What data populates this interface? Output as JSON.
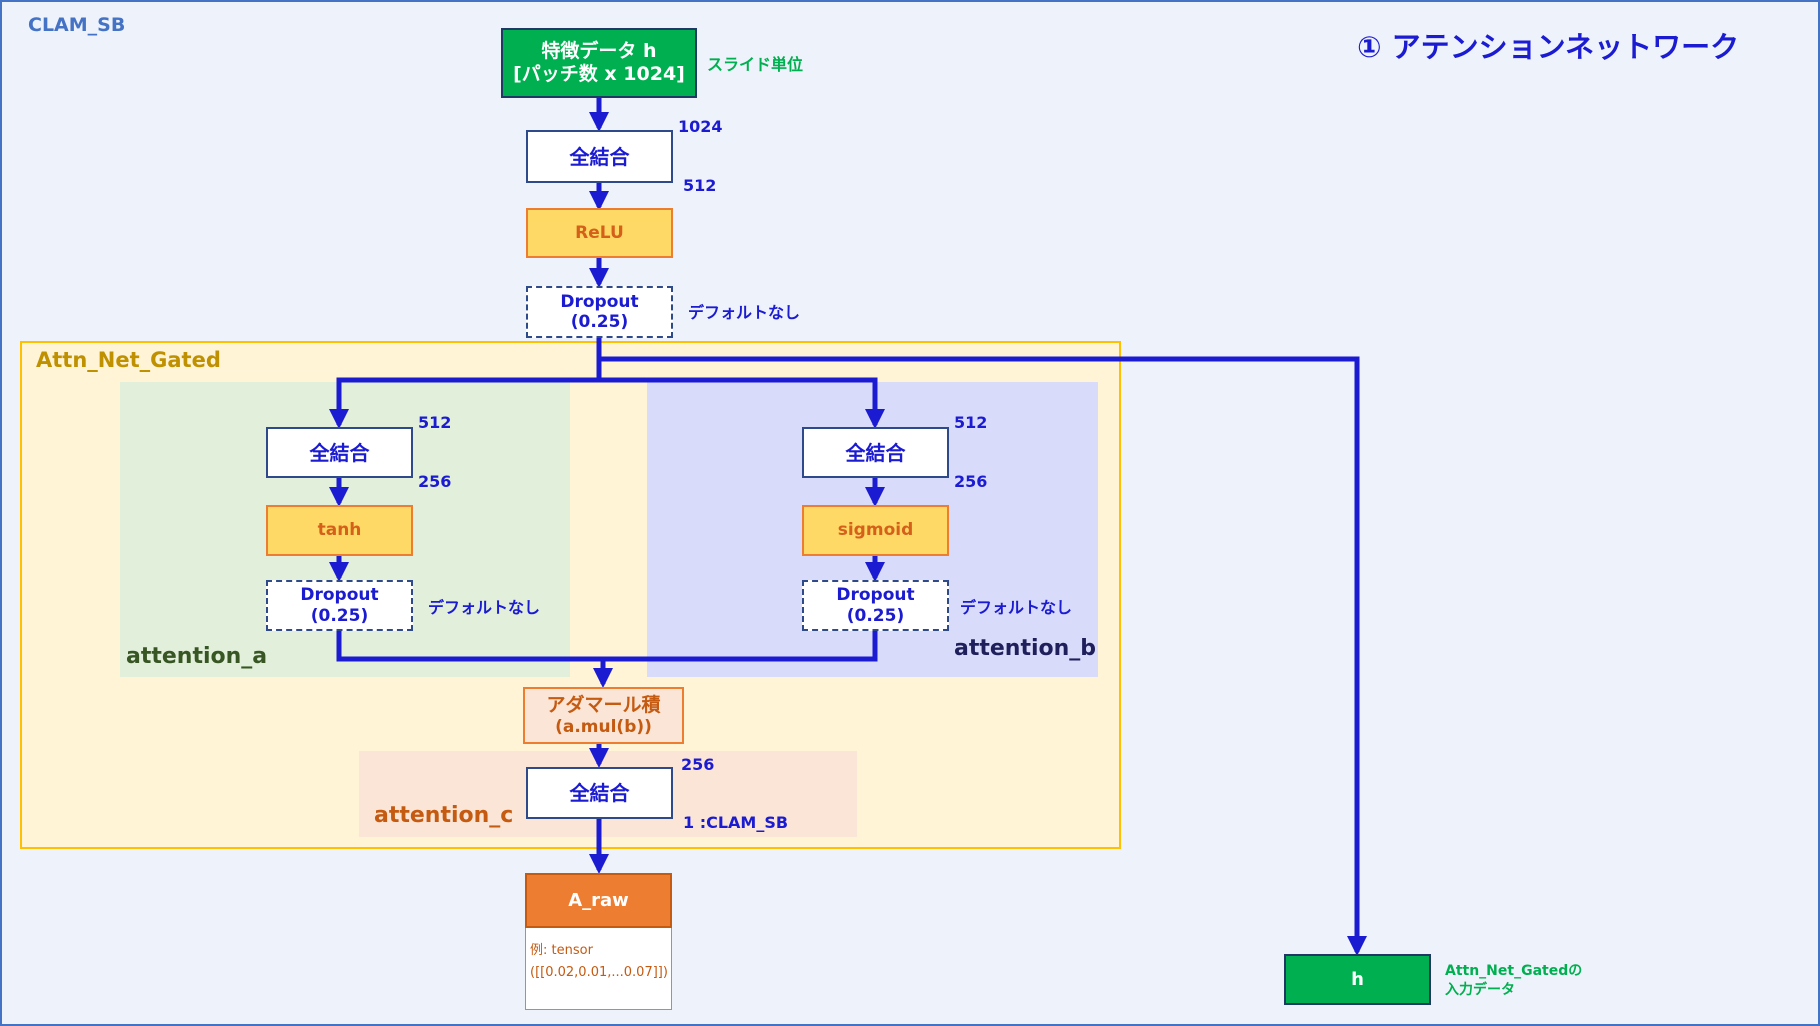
{
  "corner_label": "CLAM_SB",
  "section_title": "① アテンションネットワーク",
  "input_box": {
    "line1": "特徴データ h",
    "line2": "[パッチ数 x 1024]"
  },
  "input_note": "スライド単位",
  "main_chain": {
    "fc_label": "全結合",
    "fc_in": "1024",
    "fc_out": "512",
    "relu_label": "ReLU",
    "dropout_line1": "Dropout",
    "dropout_line2": "(0.25)",
    "dropout_note": "デフォルトなし"
  },
  "gated_region": {
    "label": "Attn_Net_Gated"
  },
  "attention_a": {
    "label": "attention_a",
    "fc_label": "全結合",
    "fc_in": "512",
    "fc_out": "256",
    "act_label": "tanh",
    "dropout_line1": "Dropout",
    "dropout_line2": "(0.25)",
    "dropout_note": "デフォルトなし"
  },
  "attention_b": {
    "label": "attention_b",
    "fc_label": "全結合",
    "fc_in": "512",
    "fc_out": "256",
    "act_label": "sigmoid",
    "dropout_line1": "Dropout",
    "dropout_line2": "(0.25)",
    "dropout_note": "デフォルトなし"
  },
  "hadamard": {
    "line1": "アダマール積",
    "line2": "(a.mul(b))"
  },
  "attention_c": {
    "label": "attention_c",
    "fc_label": "全結合",
    "fc_in": "256",
    "fc_out": "1 :CLAM_SB"
  },
  "output_box": {
    "title": "A_raw",
    "example_line1": "例: tensor",
    "example_line2": "([[0.02,0.01,...0.07]])"
  },
  "h_output": {
    "label": "h",
    "note_line1": "Attn_Net_Gatedの",
    "note_line2": "入力データ"
  },
  "colors": {
    "arrow": "#1b1bd1",
    "gated_bg": "#fff4d6",
    "gated_border": "#ffc000",
    "attention_a_bg": "#e2efda",
    "attention_b_bg": "#d9dbfa",
    "attention_c_bg": "#fbe5d6",
    "output_header": "#ed7d31",
    "input_green": "#00b050"
  }
}
